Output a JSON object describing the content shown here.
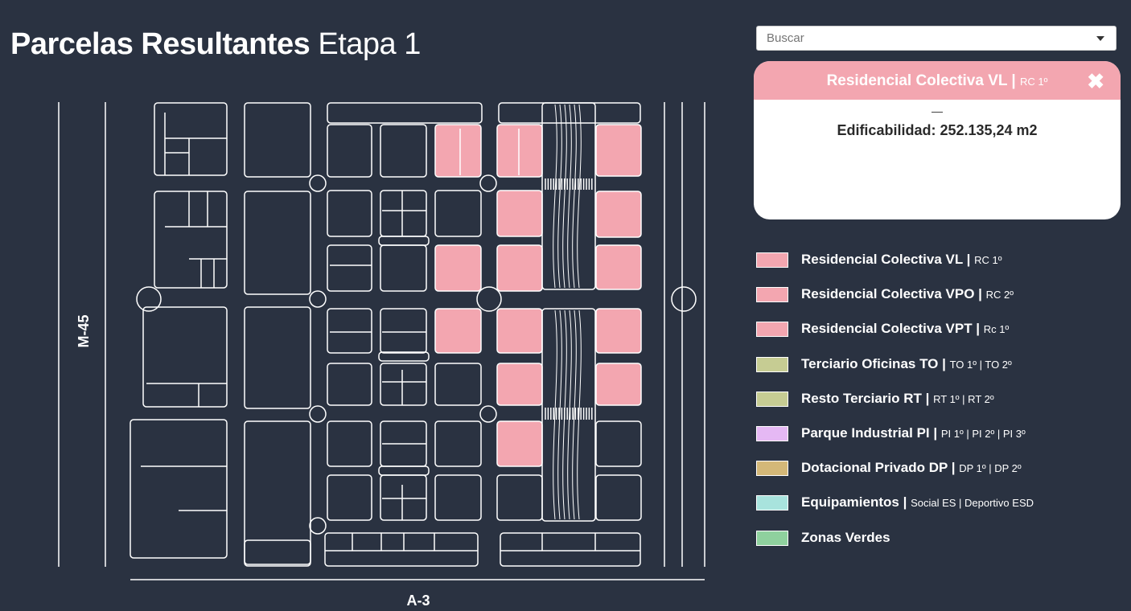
{
  "page": {
    "title_bold": "Parcelas Resultantes",
    "title_light": "Etapa 1"
  },
  "search": {
    "placeholder": "Buscar"
  },
  "popup": {
    "title": "Residencial Colectiva VL |",
    "subtitle": "RC 1º",
    "close_glyph": "✖",
    "separator": "—",
    "edificabilidad": "Edificabilidad: 252.135,24 m2",
    "header_color": "#f3a6b0"
  },
  "map": {
    "road_left": "M-45",
    "road_bottom": "A-3",
    "highlight_color": "#f3a6b0",
    "background_color": "#2a3241"
  },
  "legend": [
    {
      "label": "Residencial Colectiva VL |",
      "detail": "RC 1º",
      "color": "#f3a6b0"
    },
    {
      "label": "Residencial Colectiva VPO |",
      "detail": "RC 2º",
      "color": "#f3a6b0"
    },
    {
      "label": "Residencial Colectiva VPT |",
      "detail": "Rc 1º",
      "color": "#f3a6b0"
    },
    {
      "label": "Terciario Oficinas TO |",
      "detail": "TO 1º | TO 2º",
      "color": "#c6cc93"
    },
    {
      "label": "Resto Terciario RT |",
      "detail": "RT 1º | RT 2º",
      "color": "#c6cc93"
    },
    {
      "label": "Parque Industrial PI |",
      "detail": "PI 1º | PI 2º | PI 3º",
      "color": "#e5b8f4"
    },
    {
      "label": "Dotacional Privado DP |",
      "detail": "DP 1º | DP 2º",
      "color": "#d4b878"
    },
    {
      "label": "Equipamientos |",
      "detail": "Social ES | Deportivo ESD",
      "color": "#a8e3dd"
    },
    {
      "label": "Zonas Verdes",
      "detail": "",
      "color": "#8fd19e"
    }
  ]
}
